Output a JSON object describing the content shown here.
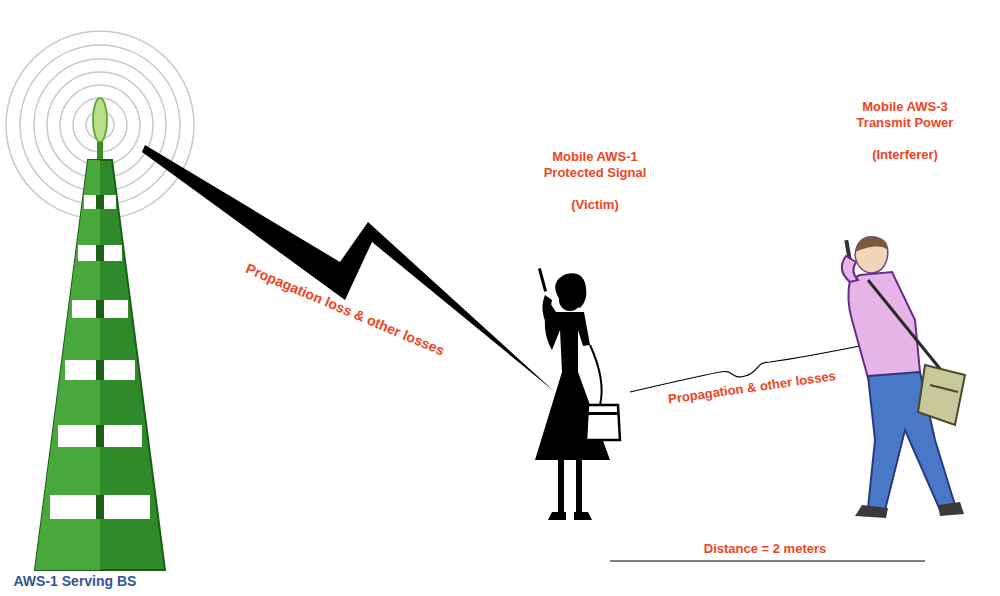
{
  "diagram": {
    "labels": [
      "Propagation loss & other losses",
      "Mobile AWS-1 Protected Signal",
      "(Victim)",
      "Propagation & other losses",
      "Mobile AWS-3 Transmit Power",
      "(Interferer)",
      "Distance = 2 meters",
      "AWS-1 Serving BS"
    ]
  }
}
